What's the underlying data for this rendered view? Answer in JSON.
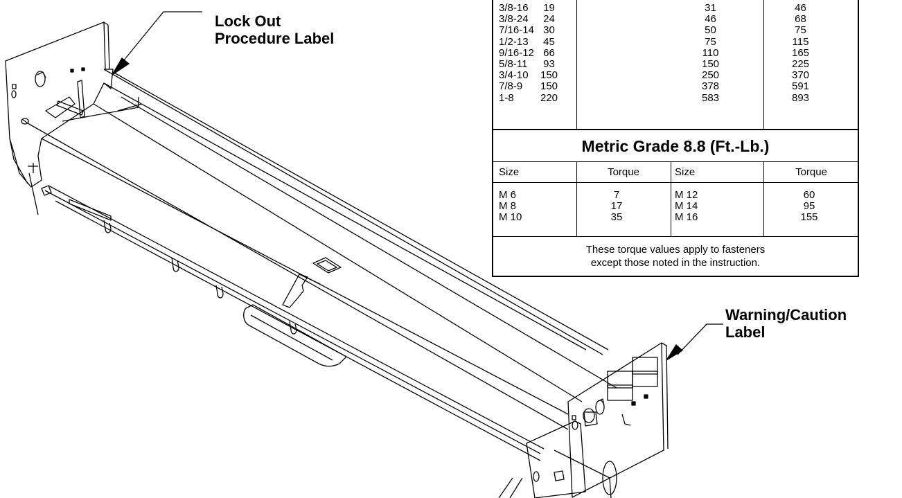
{
  "callouts": {
    "lockout": [
      "Lock Out",
      "Procedure  Label"
    ],
    "warning": [
      "Warning/Caution",
      "Label"
    ]
  },
  "torque_table": {
    "inch_rows": [
      {
        "size": "3/8-16",
        "g2": "19",
        "g5": "31",
        "g8": "46"
      },
      {
        "size": "3/8-24",
        "g2": "24",
        "g5": "46",
        "g8": "68"
      },
      {
        "size": "7/16-14",
        "g2": "30",
        "g5": "50",
        "g8": "75"
      },
      {
        "size": "1/2-13",
        "g2": "45",
        "g5": "75",
        "g8": "115"
      },
      {
        "size": "9/16-12",
        "g2": "66",
        "g5": "110",
        "g8": "165"
      },
      {
        "size": "5/8-11",
        "g2": "93",
        "g5": "150",
        "g8": "225"
      },
      {
        "size": "3/4-10",
        "g2": "150",
        "g5": "250",
        "g8": "370"
      },
      {
        "size": "7/8-9",
        "g2": "150",
        "g5": "378",
        "g8": "591"
      },
      {
        "size": "1-8",
        "g2": "220",
        "g5": "583",
        "g8": "893"
      }
    ],
    "metric_title": "Metric Grade 8.8 (Ft.-Lb.)",
    "metric_headers": [
      "Size",
      "Torque",
      "Size",
      "Torque"
    ],
    "metric_rows": [
      {
        "size1": "M 6",
        "torque1": "7",
        "size2": "M 12",
        "torque2": "60"
      },
      {
        "size1": "M 8",
        "torque1": "17",
        "size2": "M 14",
        "torque2": "95"
      },
      {
        "size1": "M 10",
        "torque1": "35",
        "size2": "M 16",
        "torque2": "155"
      }
    ],
    "footnote": [
      "These torque values apply to fasteners",
      "except those noted in the instruction."
    ]
  }
}
